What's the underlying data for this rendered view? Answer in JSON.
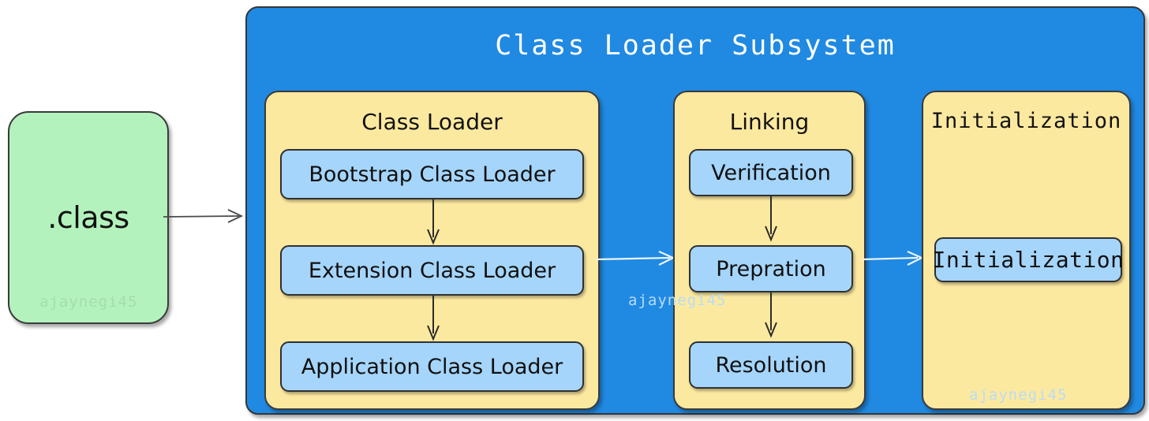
{
  "diagram": {
    "title": "Class Loader Subsystem",
    "source_node": {
      "label": ".class",
      "color": "#b4f2bd"
    },
    "colors": {
      "subsystem_blue": "#2089e2",
      "stage_yellow": "#fce9a0",
      "item_blue": "#a5d5fb",
      "source_green": "#b4f2bd",
      "outline": "#3a3a3a",
      "title_text": "#ffffff"
    },
    "stages": [
      {
        "title": "Class Loader",
        "items": [
          {
            "label": "Bootstrap Class Loader"
          },
          {
            "label": "Extension Class Loader"
          },
          {
            "label": "Application Class Loader"
          }
        ]
      },
      {
        "title": "Linking",
        "items": [
          {
            "label": "Verification"
          },
          {
            "label": "Prepration"
          },
          {
            "label": "Resolution"
          }
        ]
      },
      {
        "title": "Initialization",
        "items": [
          {
            "label": "Initialization"
          }
        ]
      }
    ],
    "watermark": "ajaynegi45"
  }
}
